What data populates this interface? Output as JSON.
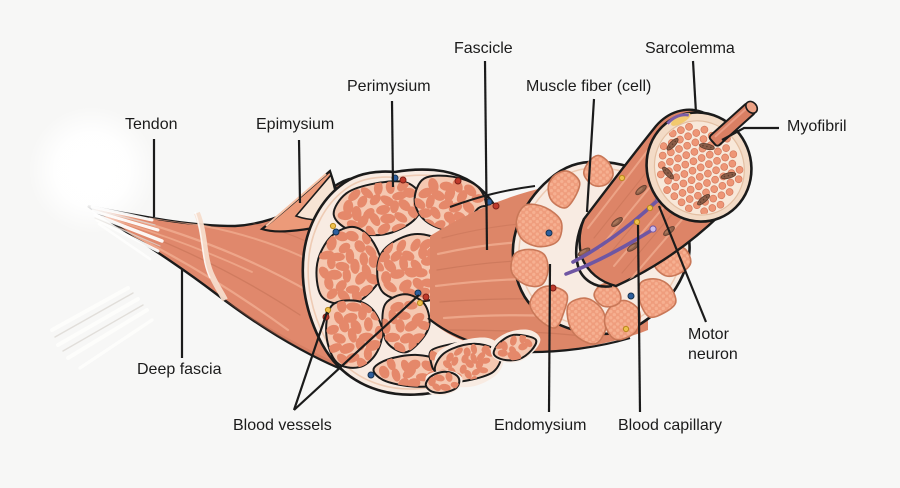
{
  "figure": {
    "type": "anatomical-diagram",
    "subject": "skeletal muscle structure cross-section"
  },
  "labels": [
    {
      "id": "tendon",
      "text": "Tendon"
    },
    {
      "id": "epimysium",
      "text": "Epimysium"
    },
    {
      "id": "perimysium",
      "text": "Perimysium"
    },
    {
      "id": "fascicle",
      "text": "Fascicle"
    },
    {
      "id": "muscle_fiber",
      "text": "Muscle fiber (cell)"
    },
    {
      "id": "sarcolemma",
      "text": "Sarcolemma"
    },
    {
      "id": "myofibril",
      "text": "Myofibril"
    },
    {
      "id": "deep_fascia",
      "text": "Deep fascia"
    },
    {
      "id": "blood_vessels",
      "text": "Blood vessels"
    },
    {
      "id": "endomysium",
      "text": "Endomysium"
    },
    {
      "id": "blood_capillary",
      "text": "Blood capillary"
    },
    {
      "id": "motor_neuron",
      "text": "Motor neuron"
    }
  ],
  "palette": {
    "background": "#f7f7f6",
    "outline": "#1b1b1b",
    "muscle": "#e0886c",
    "muscle_light": "#f0ab8f",
    "muscle_dark": "#c06e52",
    "cream": "#f8ebe2",
    "cream_ring": "#eecbb4",
    "fascicle_bg": "#f5c8b1",
    "fiber_oval": "#e5886a",
    "fiber_poly": "#ef9d7d",
    "fiber_poly_dot": "#f6b091",
    "fiber_poly_edge": "#c97858",
    "cylinder": "#dd8467",
    "nucleus": "#8f6049",
    "neuron_purple": "#6f56a3",
    "neuron_tip": "#cdbcec",
    "capillary_yellow": "#eec04c",
    "vein_blue": "#2e5f9e",
    "artery_red": "#bf3a2b",
    "tendon_white": "#fdfdfc",
    "face_cream": "#f8e8d9",
    "face_rim": "#f3dbc6",
    "mitochondrion": "#8a5c47",
    "rod": "#d97f63"
  }
}
